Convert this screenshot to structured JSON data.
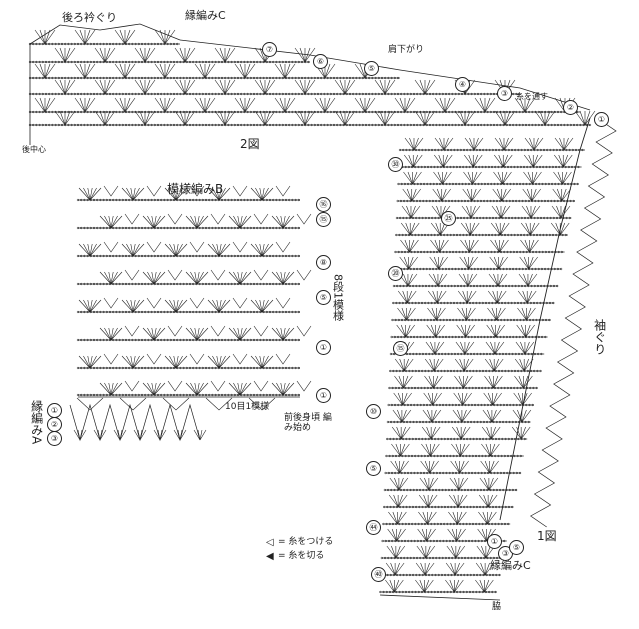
{
  "labels": {
    "collar_edge": "後ろ衿ぐり",
    "edging_c_top": "縁編みC",
    "shoulder_shaping": "肩下がり",
    "yarn_join_mark": "糸を通す",
    "back_center": "後中心",
    "fig2": "2図",
    "pattern_b_title": "模様編みB",
    "repeat_8_rows": "8段1模様",
    "repeat_10": "10目1模様",
    "start_note": "前後身頃 編み始め",
    "edging_a": "縁編みA",
    "armhole": "袖ぐり",
    "fig1": "1図",
    "edging_c_bottom": "縁編みC",
    "legend_attach": "= 糸をつける",
    "legend_cut": "= 糸を切る",
    "bottom_mark": "脇"
  },
  "fig2_row_numbers": [
    "⑦",
    "⑥",
    "⑤",
    "④",
    "③",
    "②",
    "①"
  ],
  "pattern_b_row_numbers": [
    "⑯",
    "⑮",
    "⑧",
    "⑤",
    "①",
    "①"
  ],
  "edging_a_row_numbers": [
    "①",
    "②",
    "③"
  ],
  "fig1_row_numbers": [
    "㉚",
    "㉕",
    "⑳",
    "⑮",
    "⑩",
    "⑤",
    "㊹",
    "㊵"
  ],
  "edging_c_row_numbers": [
    "①",
    "③",
    "⑤"
  ],
  "colors": {
    "ink": "#222222",
    "paper": "#ffffff"
  },
  "icons": {
    "attach": "white-triangle-icon",
    "cut": "black-triangle-icon"
  }
}
